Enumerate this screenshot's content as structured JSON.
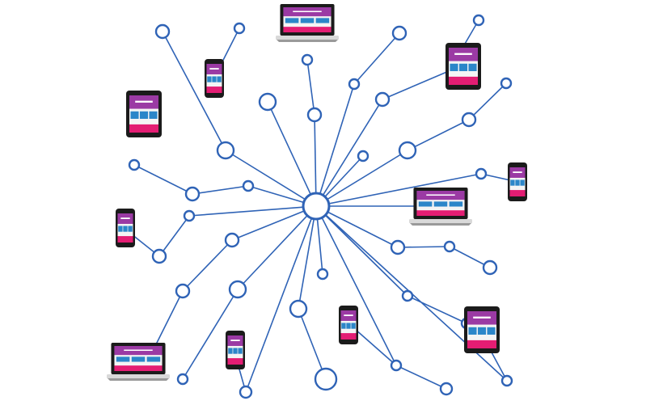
{
  "diagram": {
    "description_visible_text": "",
    "colors": {
      "link": "#2f63b6",
      "node_fill": "#ffffff",
      "device_frame": "#1b1b1b",
      "device_screen": "#f4f4f4",
      "header_purple": "#9b3aa4",
      "tile_blue": "#2b86c9",
      "footer_pink": "#e31d73",
      "laptop_base": "#d9d9d9",
      "laptop_base_edge": "#9a9a9a"
    },
    "hub": {
      "kind": "hub-node"
    },
    "devices": [
      {
        "id": "laptop-top-center",
        "type": "laptop"
      },
      {
        "id": "laptop-right-center",
        "type": "laptop"
      },
      {
        "id": "laptop-bottom-left",
        "type": "laptop"
      },
      {
        "id": "tablet-top-right",
        "type": "tablet"
      },
      {
        "id": "tablet-left",
        "type": "tablet"
      },
      {
        "id": "tablet-bottom-right",
        "type": "tablet"
      },
      {
        "id": "phone-top-left",
        "type": "phone"
      },
      {
        "id": "phone-right",
        "type": "phone"
      },
      {
        "id": "phone-left",
        "type": "phone"
      },
      {
        "id": "phone-bottom-left",
        "type": "phone"
      },
      {
        "id": "phone-bottom-center",
        "type": "phone"
      }
    ]
  }
}
